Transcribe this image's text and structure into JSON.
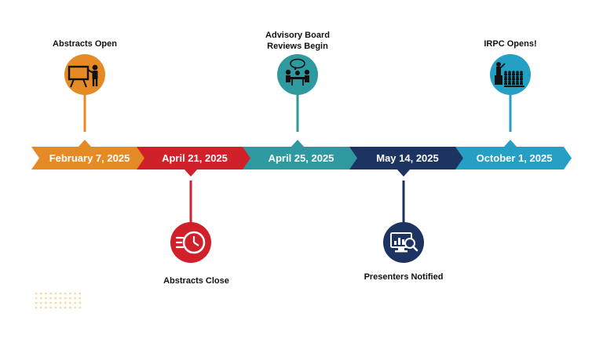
{
  "timeline": {
    "segments": [
      {
        "date": "February 7, 2025",
        "color": "#e58a24"
      },
      {
        "date": "April 21, 2025",
        "color": "#d0202a"
      },
      {
        "date": "April 25, 2025",
        "color": "#2e9aa0"
      },
      {
        "date": "May 14, 2025",
        "color": "#1d3361"
      },
      {
        "date": "October 1, 2025",
        "color": "#25a0c4"
      }
    ],
    "events": [
      {
        "lines": [
          "Abstracts Open"
        ],
        "icon": "presentation-board-icon",
        "side": "top",
        "segment": 0
      },
      {
        "lines": [
          "Abstracts Close"
        ],
        "icon": "clock-deadline-icon",
        "side": "bottom",
        "segment": 1
      },
      {
        "lines": [
          "Advisory Board",
          "Reviews Begin"
        ],
        "icon": "meeting-discussion-icon",
        "side": "top",
        "segment": 2
      },
      {
        "lines": [
          "Presenters Notified"
        ],
        "icon": "monitor-analytics-icon",
        "side": "bottom",
        "segment": 3
      },
      {
        "lines": [
          "IRPC Opens!"
        ],
        "icon": "audience-speaker-icon",
        "side": "top",
        "segment": 4
      }
    ]
  },
  "decoration": {
    "dot_color": "#f3dca0"
  }
}
